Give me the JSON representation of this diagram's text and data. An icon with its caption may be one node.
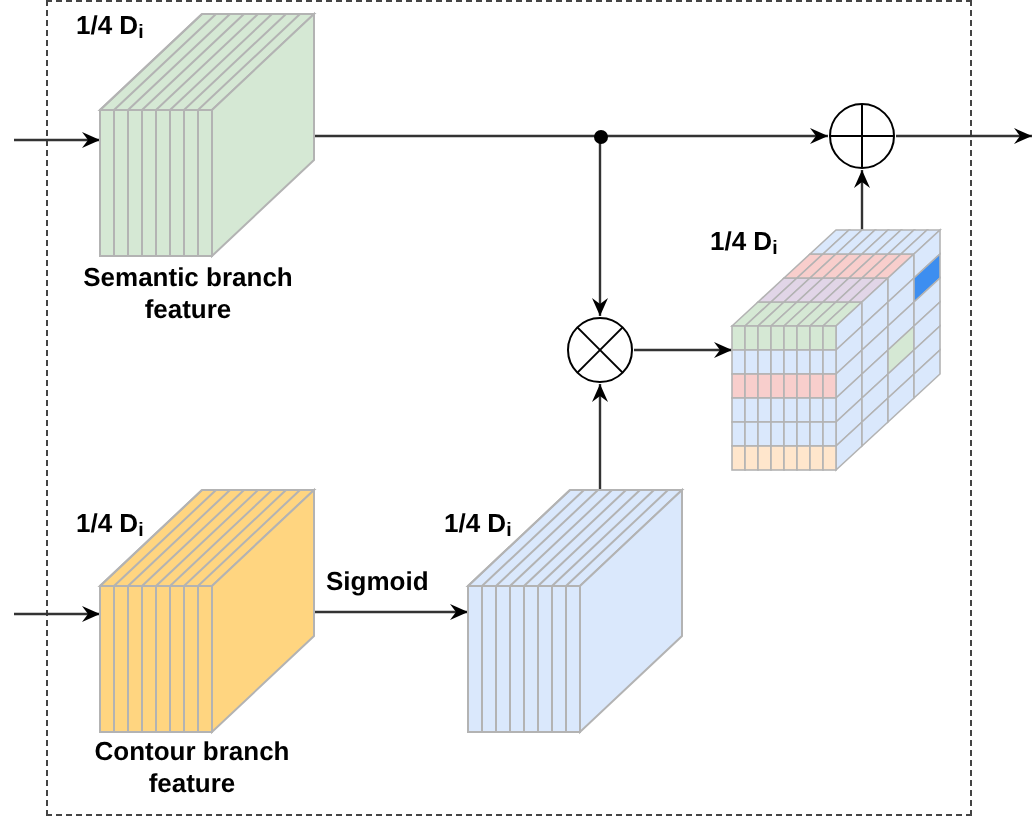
{
  "diagram": {
    "nodes": [
      {
        "text": [
          "1/4 D$_{i}$",
          "Semantic branch feature"
        ]
      },
      {
        "text": [
          "1/4 D$_{i}$",
          "Contour branch feature"
        ]
      },
      {
        "text": [
          "1/4 D$_{i}$"
        ]
      },
      {
        "text": [],
        "shape": "circle"
      },
      {
        "text": [],
        "shape": "circle"
      },
      {
        "text": [
          "1/4 D$_{i}$"
        ]
      },
      {
        "text": [],
        "shape": "circle"
      }
    ],
    "edges": [
      {
        "from": null,
        "to": 0,
        "arrow": "to"
      },
      {
        "from": null,
        "to": 1,
        "arrow": "to"
      },
      {
        "from": 1,
        "to": 2,
        "arrow": "to",
        "label": "Sigmoid"
      },
      {
        "from": 0,
        "to": 3,
        "arrow": "none"
      },
      {
        "from": 3,
        "to": 6,
        "arrow": "to"
      },
      {
        "from": 3,
        "to": 4,
        "arrow": "to"
      },
      {
        "from": 2,
        "to": 4,
        "arrow": "to"
      },
      {
        "from": 4,
        "to": 5,
        "arrow": "to"
      },
      {
        "from": 5,
        "to": 6,
        "arrow": "to"
      },
      {
        "from": 6,
        "to": null,
        "arrow": "to"
      }
    ]
  }
}
